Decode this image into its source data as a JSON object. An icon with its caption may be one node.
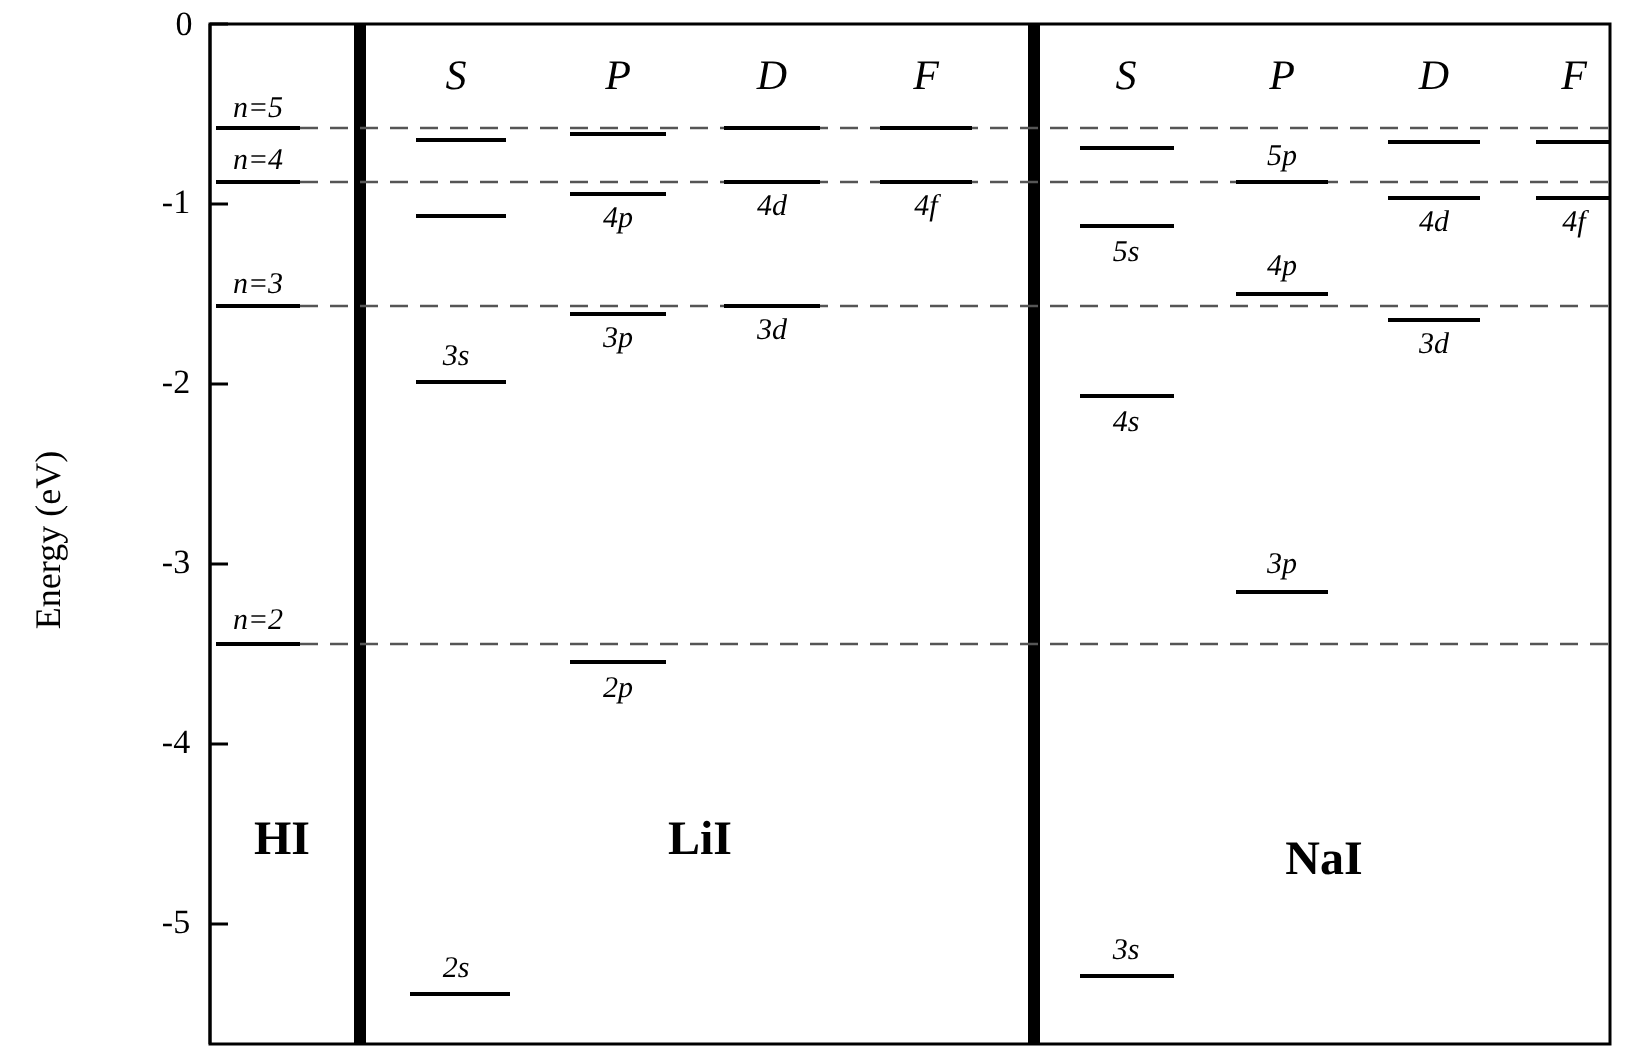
{
  "diagram": {
    "labels": [
      "0",
      "-1",
      "-2",
      "-3",
      "-4",
      "-5",
      "Energy (eV)",
      "n=5",
      "n=4",
      "n=3",
      "n=2",
      "S",
      "P",
      "D",
      "F",
      "S",
      "P",
      "D",
      "F",
      "3s",
      "2s",
      "4p",
      "3p",
      "2p",
      "4d",
      "3d",
      "4f",
      "5s",
      "4s",
      "3s",
      "5p",
      "4p",
      "3p",
      "4d",
      "3d",
      "4f",
      "HI",
      "LiI",
      "NaI"
    ]
  }
}
